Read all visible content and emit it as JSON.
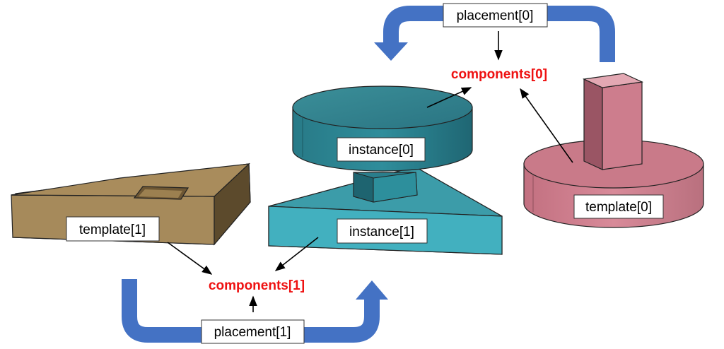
{
  "labels": {
    "placement0": "placement[0]",
    "placement1": "placement[1]",
    "components0": "components[0]",
    "components1": "components[1]",
    "instance0": "instance[0]",
    "instance1": "instance[1]",
    "template0": "template[0]",
    "template1": "template[1]"
  },
  "colors": {
    "accent_red": "#ee1111",
    "arrow_blue": "#4472c4",
    "template1_shape": "#a68a5b",
    "instance_shape": "#3aa5b4",
    "template0_shape": "#d58a98"
  }
}
